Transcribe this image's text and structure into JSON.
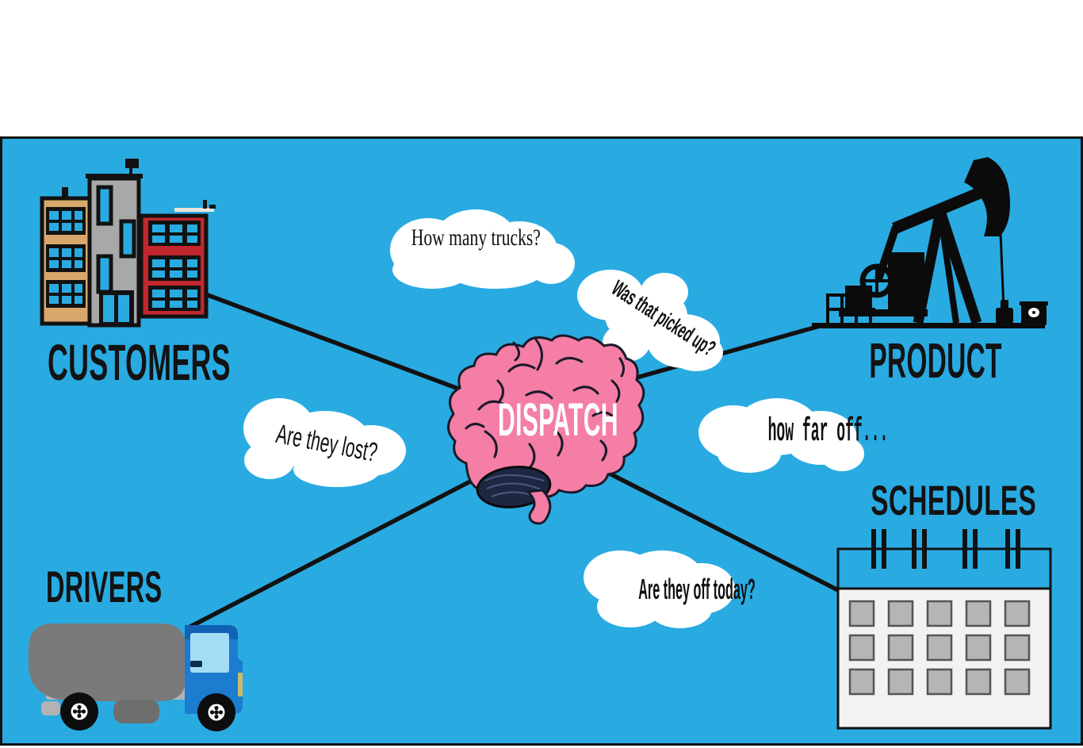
{
  "center": {
    "label": "DISPATCH",
    "icon": "brain-icon"
  },
  "nodes": {
    "customers": {
      "label": "CUSTOMERS",
      "icon": "buildings-icon",
      "position": "top-left"
    },
    "product": {
      "label": "PRODUCT",
      "icon": "oil-pump-icon",
      "position": "top-right"
    },
    "drivers": {
      "label": "DRIVERS",
      "icon": "tanker-truck-icon",
      "position": "bottom-left"
    },
    "schedules": {
      "label": "SCHEDULES",
      "icon": "calendar-icon",
      "position": "bottom-right"
    }
  },
  "clouds": {
    "how_many_trucks": {
      "text": "How many trucks?"
    },
    "was_that_picked_up": {
      "text": "Was that picked up?"
    },
    "are_they_lost": {
      "text": "Are they lost?"
    },
    "how_far_off": {
      "text": "how far off..."
    },
    "are_they_off_today": {
      "text": "Are they off today?"
    }
  },
  "colors": {
    "background_blue": "#29ABE2",
    "frame_white": "#FFFFFF",
    "outline_black": "#121212",
    "brain_pink": "#F47EA6",
    "cerebellum_dark": "#1D2742",
    "building_tan": "#D8A76B",
    "building_gray": "#A8A8A8",
    "building_red": "#C1272D",
    "window_blue": "#29ABE2",
    "truck_tank_gray": "#7A7A7A",
    "truck_chassis_gray": "#B3B3B3",
    "truck_cab_blue": "#1B7CD0",
    "truck_cab_roof_blue": "#1261B5",
    "truck_window_blue": "#A5DCF5",
    "headlight_yellow": "#C9BA6E",
    "calendar_body": "#F2F2F2",
    "calendar_cell_gray": "#B5B5B5",
    "cloud_white": "#FFFFFF"
  }
}
